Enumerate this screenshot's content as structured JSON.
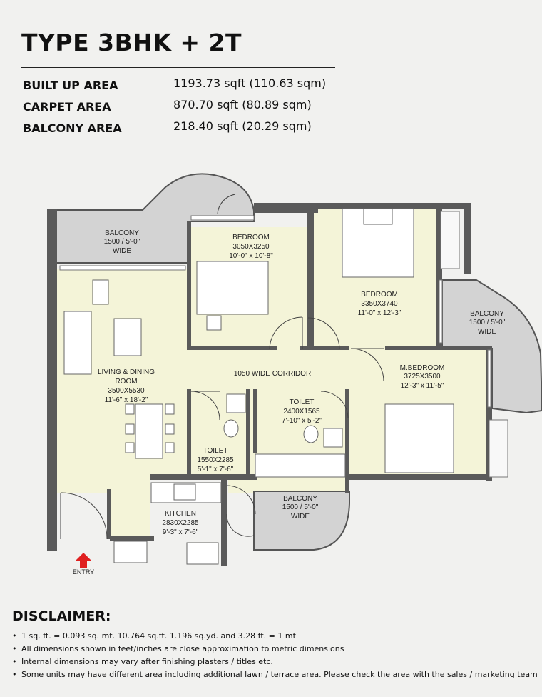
{
  "header": {
    "title": "TYPE 3BHK + 2T",
    "areas": [
      {
        "label": "BUILT UP AREA",
        "value": "1193.73 sqft (110.63 sqm)"
      },
      {
        "label": "CARPET AREA",
        "value": "870.70 sqft (80.89 sqm)"
      },
      {
        "label": "BALCONY AREA",
        "value": "218.40 sqft (20.29 sqm)"
      }
    ]
  },
  "rooms": {
    "balcony_left": {
      "name": "BALCONY",
      "dim1": "1500 / 5'-0\"",
      "dim2": "WIDE"
    },
    "bedroom_1": {
      "name": "BEDROOM",
      "dim1": "3050X3250",
      "dim2": "10'-0\" x 10'-8\""
    },
    "bedroom_2": {
      "name": "BEDROOM",
      "dim1": "3350X3740",
      "dim2": "11'-0\" x 12'-3\""
    },
    "balcony_right": {
      "name": "BALCONY",
      "dim1": "1500 / 5'-0\"",
      "dim2": "WIDE"
    },
    "living": {
      "name1": "LIVING & DINING",
      "name2": "ROOM",
      "dim1": "3500X5530",
      "dim2": "11'-6\" x 18'-2\""
    },
    "corridor": {
      "name": "1050 WIDE CORRIDOR"
    },
    "master_bedroom": {
      "name": "M.BEDROOM",
      "dim1": "3725X3500",
      "dim2": "12'-3\" x 11'-5\""
    },
    "toilet_1": {
      "name": "TOILET",
      "dim1": "2400X1565",
      "dim2": "7'-10\" x 5'-2\""
    },
    "toilet_2": {
      "name": "TOILET",
      "dim1": "1550X2285",
      "dim2": "5'-1\" x 7'-6\""
    },
    "balcony_bottom": {
      "name": "BALCONY",
      "dim1": "1500 / 5'-0\"",
      "dim2": "WIDE"
    },
    "kitchen": {
      "name": "KITCHEN",
      "dim1": "2830X2285",
      "dim2": "9'-3\" x 7'-6\""
    },
    "entry": {
      "label": "ENTRY"
    }
  },
  "colors": {
    "room_fill": "#f4f4d8",
    "balcony_fill": "#d4d4d4",
    "wall": "#555555",
    "entry_arrow": "#e02020"
  },
  "disclaimer": {
    "title": "DISCLAIMER:",
    "notes": [
      "1 sq. ft. = 0.093 sq. mt. 10.764 sq.ft. 1.196 sq.yd. and 3.28 ft. = 1 mt",
      "All dimensions shown in feet/inches are close approximation to metric dimensions",
      "Internal dimensions may vary after finishing plasters / titles etc.",
      "Some units may have different area including  additional lawn / terrace area. Please check the area with the sales / marketing team"
    ]
  }
}
